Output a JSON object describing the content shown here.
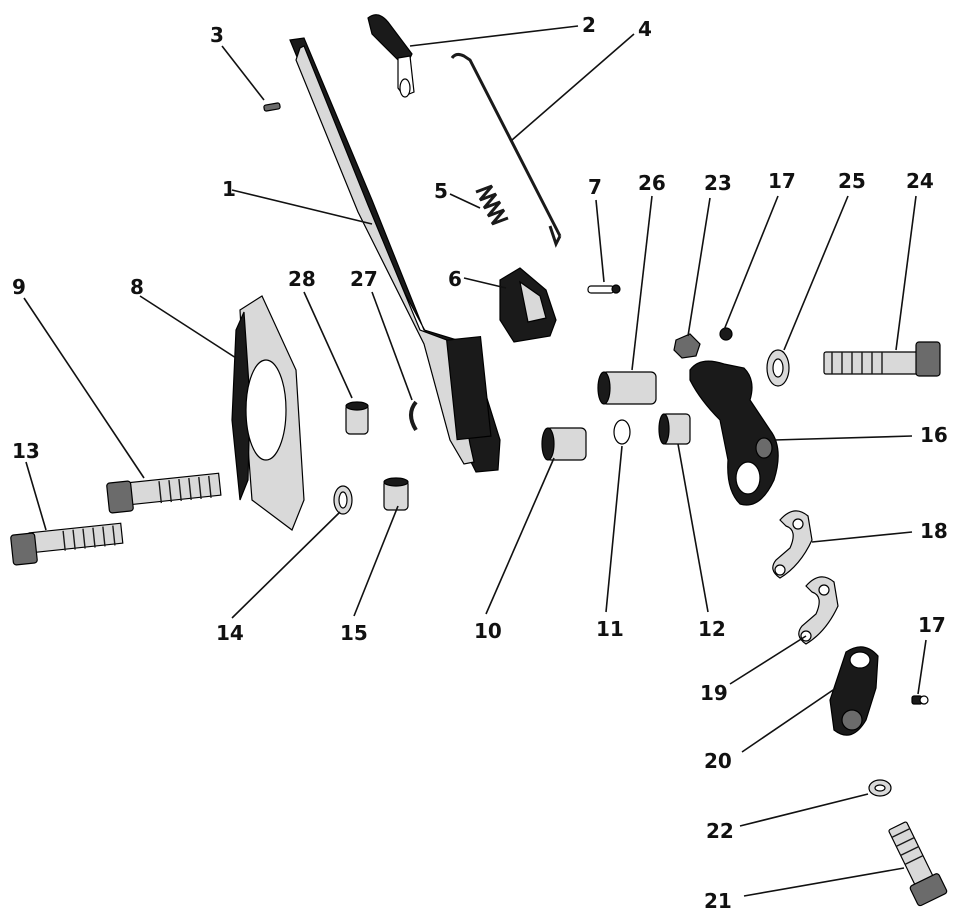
{
  "callouts": {
    "c1": "1",
    "c2": "2",
    "c3": "3",
    "c4": "4",
    "c5": "5",
    "c6": "6",
    "c7": "7",
    "c8": "8",
    "c9": "9",
    "c10": "10",
    "c11": "11",
    "c12": "12",
    "c13": "13",
    "c14": "14",
    "c15": "15",
    "c16": "16",
    "c17a": "17",
    "c17b": "17",
    "c18": "18",
    "c19": "19",
    "c20": "20",
    "c21": "21",
    "c22": "22",
    "c23": "23",
    "c24": "24",
    "c25": "25",
    "c26": "26",
    "c27": "27",
    "c28": "28"
  },
  "colors": {
    "ink": "#111111",
    "metal_dark": "#1a1a1a",
    "metal_light": "#d9d9d9",
    "paper": "#ffffff"
  }
}
